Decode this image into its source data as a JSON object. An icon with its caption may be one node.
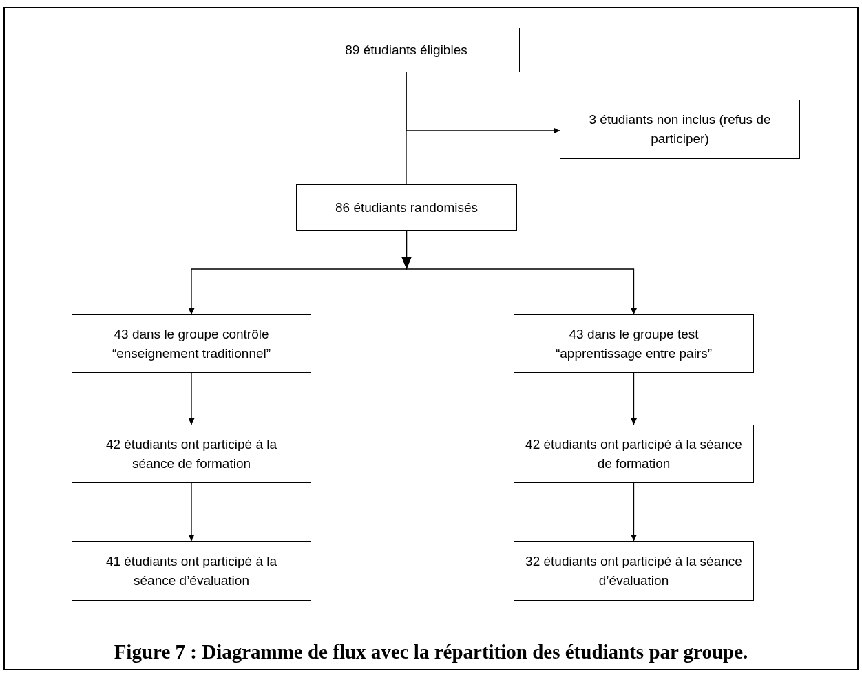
{
  "diagram": {
    "caption": "Figure 7 : Diagramme de flux avec la répartition des étudiants par groupe.",
    "nodes": [
      {
        "text": [
          "89 étudiants éligibles"
        ]
      },
      {
        "text": [
          "3 étudiants non inclus (refus de participer)"
        ]
      },
      {
        "text": [
          "86 étudiants randomisés"
        ]
      },
      {
        "text": [
          "43 dans le groupe contrôle “enseignement traditionnel”"
        ]
      },
      {
        "text": [
          "43 dans le groupe test “apprentissage entre pairs”"
        ]
      },
      {
        "text": [
          "42 étudiants ont participé à la séance de formation"
        ]
      },
      {
        "text": [
          "42 étudiants ont participé à la séance de formation"
        ]
      },
      {
        "text": [
          "41 étudiants ont participé à la séance d’évaluation"
        ]
      },
      {
        "text": [
          "32 étudiants ont participé à la séance d’évaluation"
        ]
      }
    ],
    "edges": [
      {
        "from": 0,
        "to": 2,
        "arrow": "none"
      },
      {
        "from": 0,
        "to": 1,
        "arrow": "to"
      },
      {
        "from": 2,
        "to": 3,
        "arrow": "to"
      },
      {
        "from": 2,
        "to": 4,
        "arrow": "to"
      },
      {
        "from": 3,
        "to": 5,
        "arrow": "to"
      },
      {
        "from": 4,
        "to": 6,
        "arrow": "to"
      },
      {
        "from": 5,
        "to": 7,
        "arrow": "to"
      },
      {
        "from": 6,
        "to": 8,
        "arrow": "to"
      }
    ]
  }
}
